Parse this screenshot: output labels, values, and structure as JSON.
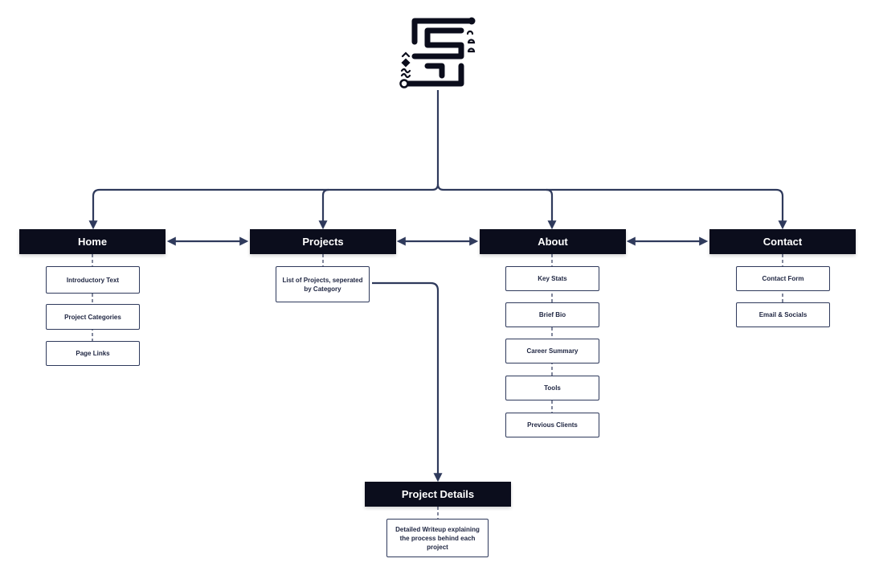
{
  "colors": {
    "node_fill": "#0b0d1c",
    "connector": "#2f3a5c",
    "box_border": "#2f3a5c",
    "logo": "#0b0d1c"
  },
  "logo": {
    "icon": "ssd-monogram-icon"
  },
  "pages": {
    "home": {
      "label": "Home",
      "items": [
        "Introductory Text",
        "Project Categories",
        "Page Links"
      ]
    },
    "projects": {
      "label": "Projects",
      "items": [
        "List of Projects, seperated by Category"
      ]
    },
    "about": {
      "label": "About",
      "items": [
        "Key Stats",
        "Brief Bio",
        "Career Summary",
        "Tools",
        "Previous Clients"
      ]
    },
    "contact": {
      "label": "Contact",
      "items": [
        "Contact Form",
        "Email & Socials"
      ]
    },
    "project_details": {
      "label": "Project Details",
      "items": [
        "Detailed Writeup explaining the process behind each project"
      ]
    }
  }
}
